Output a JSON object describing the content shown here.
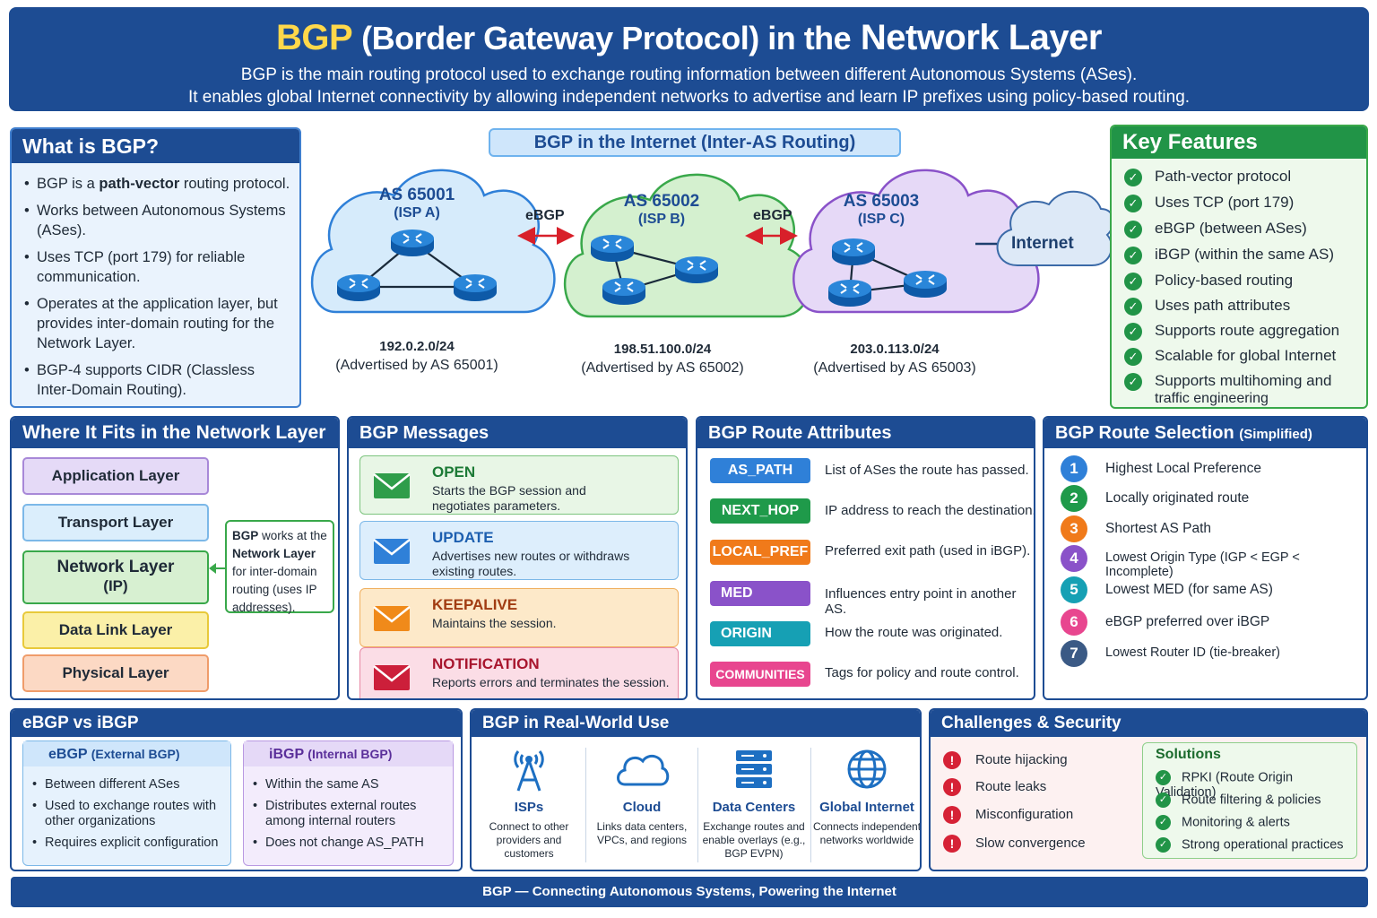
{
  "header": {
    "title_bgp": "BGP",
    "title_mid": "(Border Gateway Protocol) in the",
    "title_end": "Network Layer",
    "line1": "BGP is the main routing protocol used to exchange routing information between different Autonomous Systems (ASes).",
    "line2": "It enables global Internet connectivity by allowing independent networks to advertise and learn IP prefixes using policy-based routing."
  },
  "what_is": {
    "title": "What is BGP?",
    "items": [
      {
        "pre": "BGP is a ",
        "bold": "path-vector",
        "post": " routing protocol."
      },
      {
        "pre": "Works between Autonomous Systems (ASes).",
        "bold": "",
        "post": ""
      },
      {
        "pre": "Uses TCP (port 179) for reliable communication.",
        "bold": "",
        "post": ""
      },
      {
        "pre": "Operates at the application layer, but provides inter-domain routing for the Network Layer.",
        "bold": "",
        "post": ""
      },
      {
        "pre": "BGP-4 supports CIDR (Classless Inter-Domain Routing).",
        "bold": "",
        "post": ""
      }
    ]
  },
  "internet_diagram": {
    "title": "BGP in the Internet (Inter-AS Routing)",
    "link_label": "eBGP",
    "internet_label": "Internet",
    "as": [
      {
        "name": "AS 65001",
        "isp": "(ISP A)",
        "prefix": "192.0.2.0/24",
        "adv": "(Advertised by AS 65001)"
      },
      {
        "name": "AS 65002",
        "isp": "(ISP B)",
        "prefix": "198.51.100.0/24",
        "adv": "(Advertised by AS 65002)"
      },
      {
        "name": "AS 65003",
        "isp": "(ISP C)",
        "prefix": "203.0.113.0/24",
        "adv": "(Advertised by AS 65003)"
      }
    ]
  },
  "key_features": {
    "title": "Key Features",
    "items": [
      "Path-vector protocol",
      "Uses TCP (port 179)",
      "eBGP (between ASes)",
      "iBGP (within the same AS)",
      "Policy-based routing",
      "Uses path attributes",
      "Supports route aggregation",
      "Scalable for global Internet",
      "Supports multihoming and",
      "traffic engineering"
    ]
  },
  "layers": {
    "title": "Where It Fits in the Network Layer",
    "application": "Application Layer",
    "transport": "Transport Layer",
    "network": "Network Layer",
    "network_sub": "(IP)",
    "datalink": "Data Link Layer",
    "physical": "Physical Layer",
    "note_b1": "BGP",
    "note_t1": " works at the ",
    "note_b2": "Network Layer",
    "note_t2": " for inter-domain routing (uses IP addresses)."
  },
  "messages": {
    "title": "BGP Messages",
    "items": [
      {
        "name": "OPEN",
        "desc": "Starts the BGP session and negotiates parameters."
      },
      {
        "name": "UPDATE",
        "desc": "Advertises new routes or withdraws existing routes."
      },
      {
        "name": "KEEPALIVE",
        "desc": "Maintains the session."
      },
      {
        "name": "NOTIFICATION",
        "desc": "Reports errors and terminates the session."
      }
    ]
  },
  "attributes": {
    "title": "BGP Route Attributes",
    "items": [
      {
        "name": "AS_PATH",
        "desc": "List of ASes the route has passed.",
        "color": "#2f80d8"
      },
      {
        "name": "NEXT_HOP",
        "desc": "IP address to reach the destination.",
        "color": "#1f9a4a"
      },
      {
        "name": "LOCAL_PREF",
        "desc": "Preferred exit path (used in iBGP).",
        "color": "#f07a1a"
      },
      {
        "name": "MED",
        "desc": "Influences entry point in another AS.",
        "color": "#8a52c9"
      },
      {
        "name": "ORIGIN",
        "desc": "How the route was originated.",
        "color": "#16a0b4"
      },
      {
        "name": "COMMUNITIES",
        "desc": "Tags for policy and route control.",
        "color": "#e8468f"
      }
    ]
  },
  "selection": {
    "title": "BGP Route Selection",
    "subtitle": "(Simplified)",
    "items": [
      {
        "n": "1",
        "text": "Highest Local Preference",
        "color": "#2f80d8"
      },
      {
        "n": "2",
        "text": "Locally originated route",
        "color": "#1f9a4a"
      },
      {
        "n": "3",
        "text": "Shortest AS Path",
        "color": "#f07a1a"
      },
      {
        "n": "4",
        "text": "Lowest Origin Type (IGP < EGP < Incomplete)",
        "color": "#8a52c9"
      },
      {
        "n": "5",
        "text": "Lowest MED (for same AS)",
        "color": "#16a0b4"
      },
      {
        "n": "6",
        "text": "eBGP preferred over iBGP",
        "color": "#e8468f"
      },
      {
        "n": "7",
        "text": "Lowest Router ID (tie-breaker)",
        "color": "#3b5a85"
      }
    ]
  },
  "ebgp_ibgp": {
    "title": "eBGP vs iBGP",
    "ebgp_title": "eBGP",
    "ebgp_sub": "(External BGP)",
    "ebgp_items": [
      "Between different ASes",
      "Used to exchange routes with other organizations",
      "Requires explicit configuration"
    ],
    "ibgp_title": "iBGP",
    "ibgp_sub": "(Internal BGP)",
    "ibgp_items": [
      "Within the same AS",
      "Distributes external routes among internal routers",
      "Does not change AS_PATH"
    ]
  },
  "realworld": {
    "title": "BGP in Real-World Use",
    "items": [
      {
        "name": "ISPs",
        "desc": "Connect to other providers and customers",
        "icon": "antenna-icon"
      },
      {
        "name": "Cloud",
        "desc": "Links data centers, VPCs, and regions",
        "icon": "cloud-icon"
      },
      {
        "name": "Data Centers",
        "desc": "Exchange routes and enable overlays (e.g., BGP EVPN)",
        "icon": "server-icon"
      },
      {
        "name": "Global Internet",
        "desc": "Connects independent networks worldwide",
        "icon": "globe-icon"
      }
    ]
  },
  "challenges": {
    "title": "Challenges & Security",
    "items": [
      "Route hijacking",
      "Route leaks",
      "Misconfiguration",
      "Slow convergence"
    ],
    "solutions_title": "Solutions",
    "solutions": [
      "RPKI (Route Origin Validation)",
      "Route filtering & policies",
      "Monitoring & alerts",
      "Strong operational practices"
    ]
  },
  "footer": "BGP — Connecting Autonomous Systems, Powering the Internet"
}
